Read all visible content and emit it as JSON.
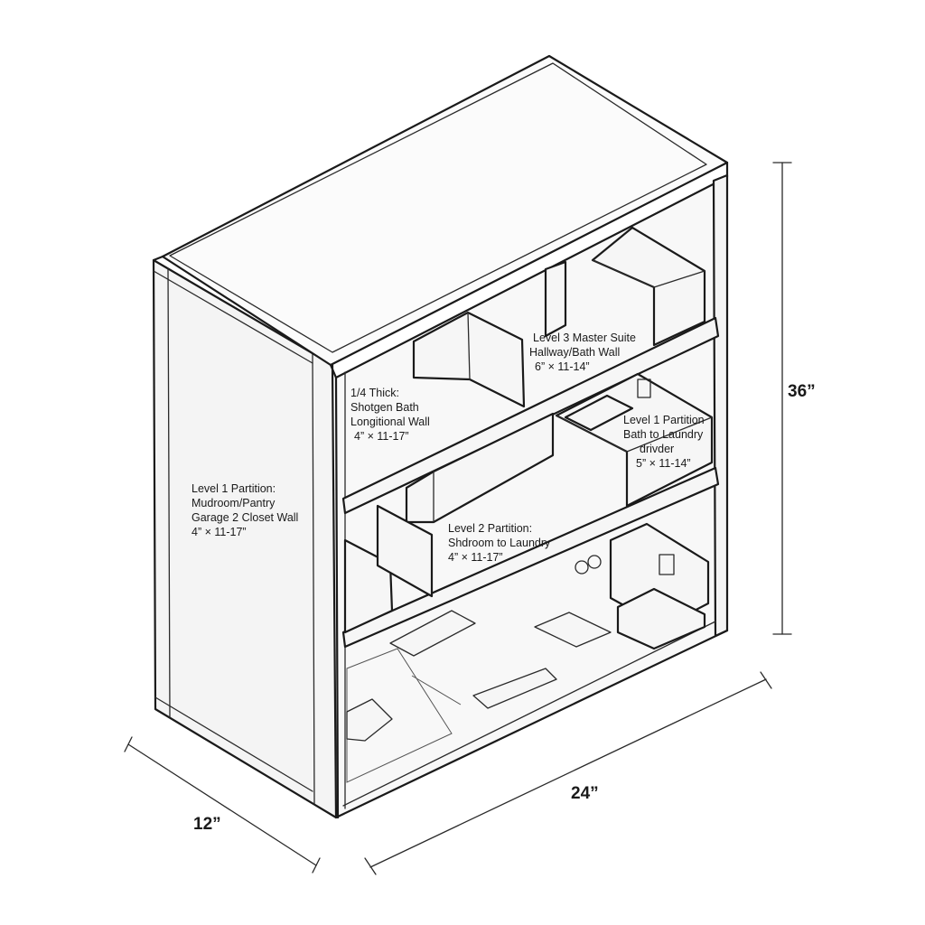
{
  "diagram": {
    "dimensions": {
      "height": "36”",
      "width": "24”",
      "depth": "12”"
    },
    "labels": {
      "level1_side": [
        "Level 1 Partition:",
        "Mudroom/Pantry",
        "Garage 2 Closet Wall",
        "4” × 11-17”"
      ],
      "level4_left": [
        "1/4 Thick:",
        "Shotgen Bath",
        "Longitional Wall",
        "4” × 11-17”"
      ],
      "level3_master": [
        "Level 3 Master Suite",
        "Hallway/Bath Wall",
        "6” × 11-14”"
      ],
      "level1_bath": [
        "Level 1 Partition",
        "Bath to Laundry",
        "drivder",
        "5” × 11-14”"
      ],
      "level2_partition": [
        "Level 2 Partition:",
        "Shdroom to Laundry",
        "4” × 11-17”"
      ]
    }
  }
}
